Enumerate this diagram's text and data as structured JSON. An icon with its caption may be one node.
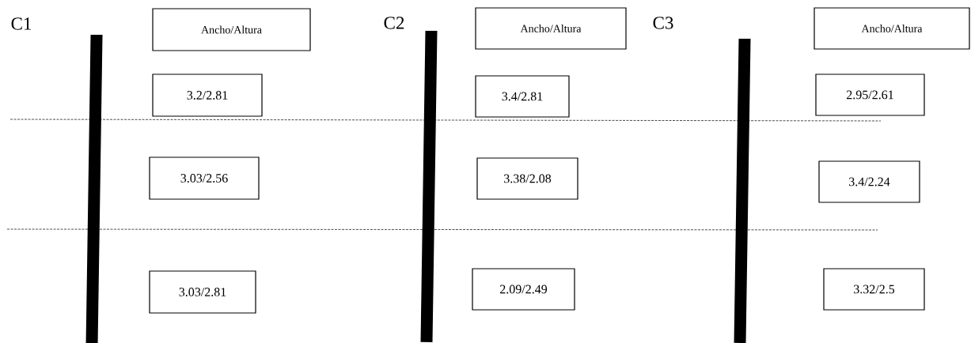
{
  "diagram": {
    "nodes": [
      {
        "text": [
          "Ancho/Altura"
        ]
      },
      {
        "text": [
          "3.2/2.81"
        ]
      },
      {
        "text": [
          "3.03/2.56"
        ]
      },
      {
        "text": [
          "3.03/2.81"
        ]
      },
      {
        "text": [
          "Ancho/Altura"
        ]
      },
      {
        "text": [
          "3.4/2.81"
        ]
      },
      {
        "text": [
          "3.38/2.08"
        ]
      },
      {
        "text": [
          "2.09/2.49"
        ]
      },
      {
        "text": [
          "Ancho/Altura"
        ]
      },
      {
        "text": [
          "2.95/2.61"
        ]
      },
      {
        "text": [
          "3.4/2.24"
        ]
      },
      {
        "text": [
          "3.32/2.5"
        ]
      }
    ],
    "labels": [
      "C1",
      "C2",
      "C3"
    ]
  }
}
